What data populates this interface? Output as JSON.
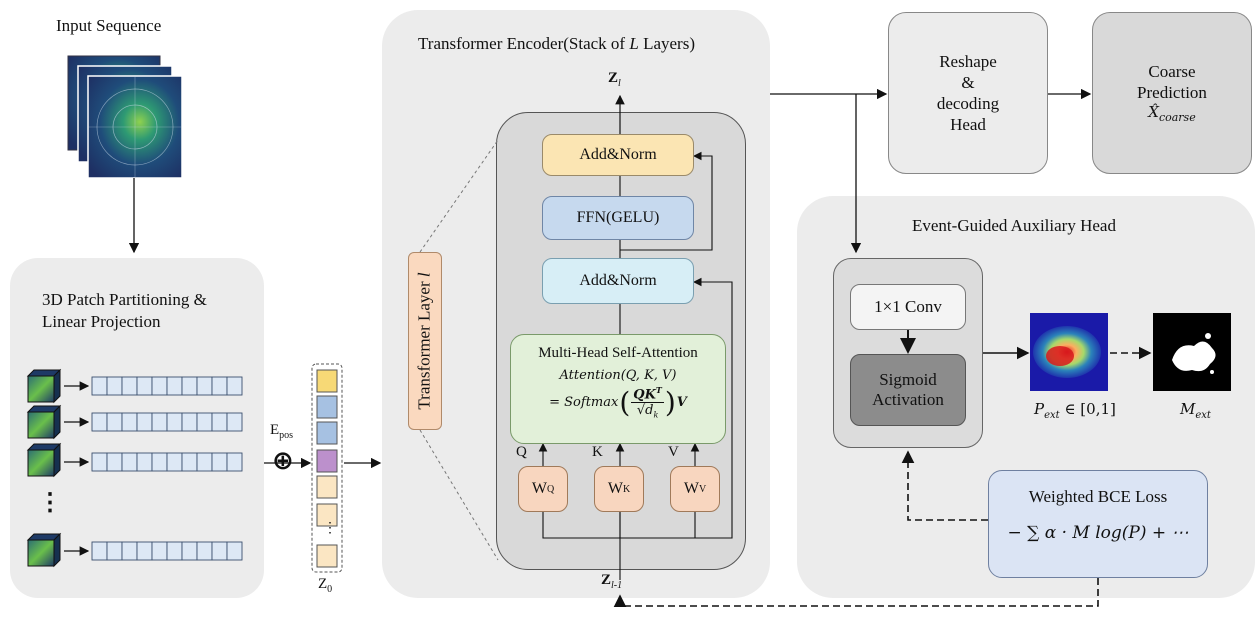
{
  "input": {
    "title": "Input Sequence"
  },
  "patch": {
    "title_line1": "3D Patch Partitioning &",
    "title_line2": "Linear Projection",
    "dots": "⋮"
  },
  "embed": {
    "pos_label": "E",
    "pos_sub": "pos",
    "plus": "⊕",
    "z0": "Z",
    "z0_sub": "0",
    "dots": "⋮"
  },
  "encoder": {
    "title": "Transformer Encoder(Stack of ",
    "title_L": "L",
    "title_end": " Layers)",
    "z_top": "Z",
    "z_top_sub": "l",
    "z_bottom": "Z",
    "z_bottom_sub": "l-1",
    "layer_label": "Transformer Layer ",
    "layer_label_l": "l",
    "add_norm_top": "Add&Norm",
    "ffn": "FFN(GELU)",
    "add_norm_mid": "Add&Norm",
    "mhsa_title": "Multi-Head Self-Attention",
    "mhsa_line1": "Attention(Q, K, V)",
    "mhsa_line2_prefix": "= Softmax",
    "mhsa_num": "QK",
    "mhsa_num_sup": "T",
    "mhsa_den": "d",
    "mhsa_den_sub": "k",
    "mhsa_suffix": "V",
    "q": "Q",
    "k": "K",
    "v": "V",
    "wq": "W",
    "wq_sup": "Q",
    "wk": "W",
    "wk_sup": "K",
    "wv": "W",
    "wv_sup": "V"
  },
  "reshape": {
    "line1": "Reshape",
    "line2": "&",
    "line3": "decoding",
    "line4": "Head"
  },
  "coarse": {
    "line1": "Coarse",
    "line2": "Prediction",
    "math": "X̂",
    "math_sub": "coarse"
  },
  "aux": {
    "title": "Event-Guided Auxiliary Head",
    "conv": "1×1 Conv",
    "sigmoid_line1": "Sigmoid",
    "sigmoid_line2": "Activation",
    "p_label": "P",
    "p_sub": "ext",
    "p_range": " ∈ [0,1]",
    "m_label": "M",
    "m_sub": "ext",
    "loss_title": "Weighted BCE Loss",
    "loss_formula": "− ∑ α · M log(P) + ⋯"
  },
  "colors": {
    "panel": "#ececec",
    "inner_panel": "#d9d9d9",
    "add_norm_top": "#fbe5b3",
    "ffn": "#c6d9ee",
    "add_norm_mid": "#d7eef6",
    "mhsa": "#e2f0d9",
    "w_boxes": "#f8d6bf",
    "layer_label": "#fad9bf",
    "reshape": "#ececec",
    "coarse": "#d9d9d9",
    "sigmoid": "#8c8c8c",
    "loss": "#dbe4f4",
    "token_yellow": "#f7d976",
    "token_blue": "#a6c1e2",
    "token_purple": "#bc90cc",
    "token_beige": "#fbe6c3"
  }
}
